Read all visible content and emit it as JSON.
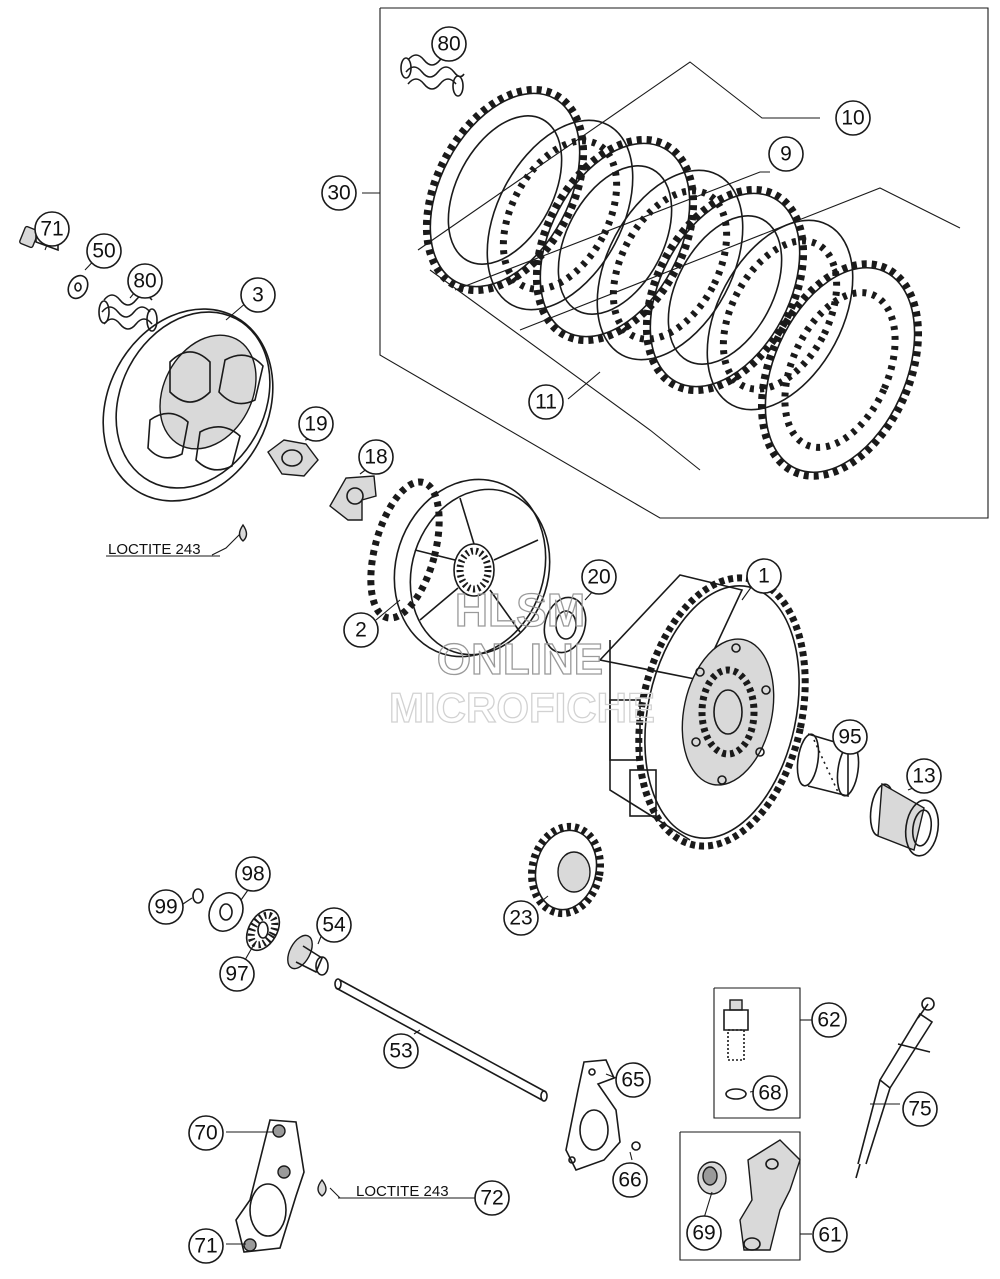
{
  "watermark": {
    "line1": "HLSM",
    "line2": "ONLINE",
    "line3": "MICROFICHE"
  },
  "notes": {
    "loctite_upper": "LOCTITE 243",
    "loctite_lower": "LOCTITE 243"
  },
  "callouts": {
    "c80_top": "80",
    "c10": "10",
    "c9": "9",
    "c30": "30",
    "c11": "11",
    "c71_top": "71",
    "c50": "50",
    "c80_mid": "80",
    "c3": "3",
    "c19": "19",
    "c18": "18",
    "c2": "2",
    "c20": "20",
    "c1": "1",
    "c95": "95",
    "c13": "13",
    "c23": "23",
    "c98": "98",
    "c99": "99",
    "c54": "54",
    "c97": "97",
    "c53": "53",
    "c62": "62",
    "c68": "68",
    "c75": "75",
    "c65": "65",
    "c66": "66",
    "c70": "70",
    "c72": "72",
    "c71_bottom": "71",
    "c69": "69",
    "c61": "61"
  }
}
